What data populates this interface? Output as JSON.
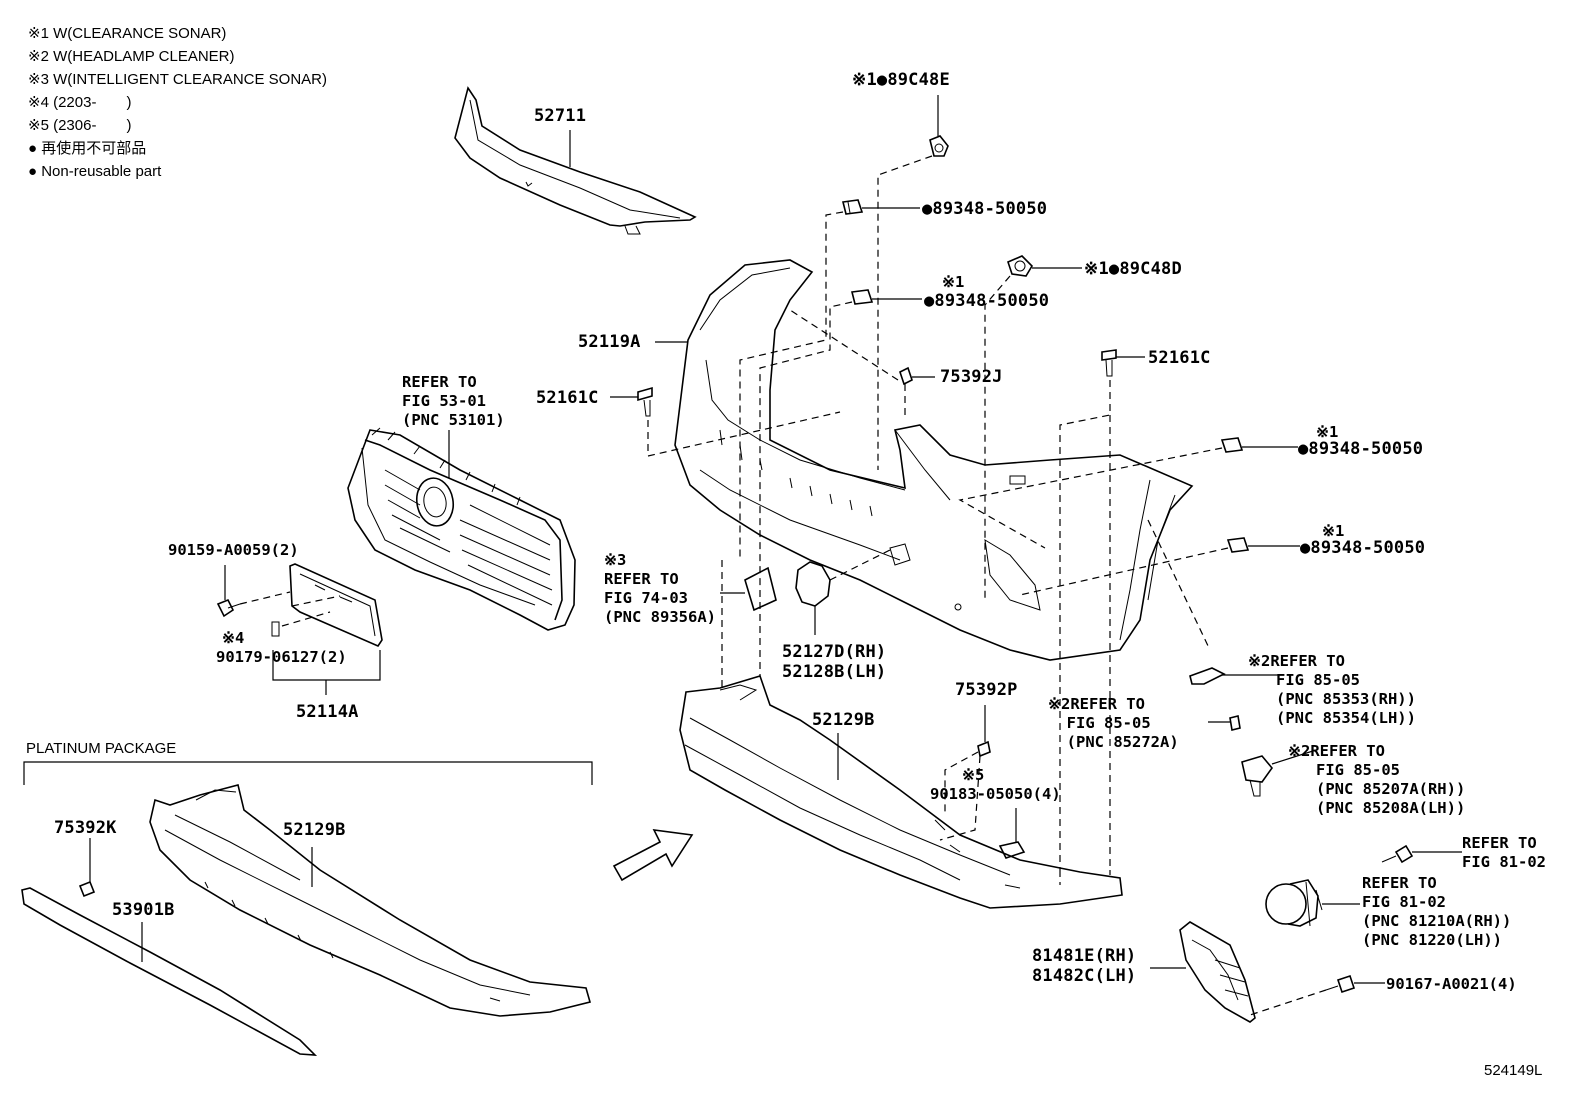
{
  "legend": [
    "※1 W(CLEARANCE SONAR)",
    "※2 W(HEADLAMP CLEANER)",
    "※3 W(INTELLIGENT CLEARANCE SONAR)",
    "※4 (2203-　　)",
    "※5 (2306-　　)",
    "● 再使用不可部品",
    "● Non-reusable part"
  ],
  "labels": {
    "p52711": "52711",
    "p89c48e": "※1●89C48E",
    "p89348_top": "●89348-50050",
    "p89c48d": "※1●89C48D",
    "p89348_2_note": "※1",
    "p89348_2": "●89348-50050",
    "p52119a": "52119A",
    "p75392j": "75392J",
    "p52161c_left": "52161C",
    "p52161c_right": "52161C",
    "refer_grille": "REFER TO\nFIG 53-01\n(PNC 53101)",
    "p89348_3_note": "※1",
    "p89348_3": "●89348-50050",
    "p89348_4_note": "※1",
    "p89348_4": "●89348-50050",
    "p90159": "90159-A0059(2)",
    "refer_sonar": "※3\nREFER TO\nFIG 74-03\n(PNC 89356A)",
    "p52127d": "52127D(RH)\n52128B(LH)",
    "p90179_note": "※4",
    "p90179": "90179-06127(2)",
    "p52114a": "52114A",
    "refer_headlamp_cap": "※2REFER TO\n   FIG 85-05\n   (PNC 85353(RH))\n   (PNC 85354(LH))",
    "refer_bracket": "※2REFER TO\n  FIG 85-05\n  (PNC 85272A)",
    "p75392p": "75392P",
    "p52129b": "52129B",
    "refer_nozzle": "※2REFER TO\n   FIG 85-05\n   (PNC 85207A(RH))\n   (PNC 85208A(LH))",
    "p90183_note": "※5",
    "p90183": "90183-05050(4)",
    "platinum": "PLATINUM PACKAGE",
    "p75392k": "75392K",
    "p52129b_plat": "52129B",
    "p53901b": "53901B",
    "refer_fog_screw": "REFER TO\nFIG 81-02",
    "refer_fog": "REFER TO\nFIG 81-02\n(PNC 81210A(RH))\n(PNC 81220(LH))",
    "p81481e": "81481E(RH)\n81482C(LH)",
    "p90167": "90167-A0021(4)",
    "figure_number": "524149L"
  }
}
